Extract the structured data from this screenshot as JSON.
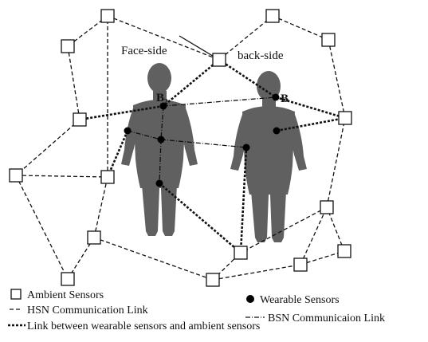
{
  "figure": {
    "labels": {
      "face_side": "Face-side",
      "back_side": "back-side",
      "b2": "B₂",
      "b": "B"
    },
    "legend": {
      "ambient": "Ambient Sensors",
      "wearable": "Wearable Sensors",
      "hsn": "HSN Communication Link",
      "bsn": "BSN Communicaion Link",
      "link": "Link between wearable sensors and ambient sensors"
    }
  },
  "colors": {
    "line": "#111111",
    "body": "#606060",
    "sensor_fill": "#ffffff",
    "dot": "#000000"
  }
}
